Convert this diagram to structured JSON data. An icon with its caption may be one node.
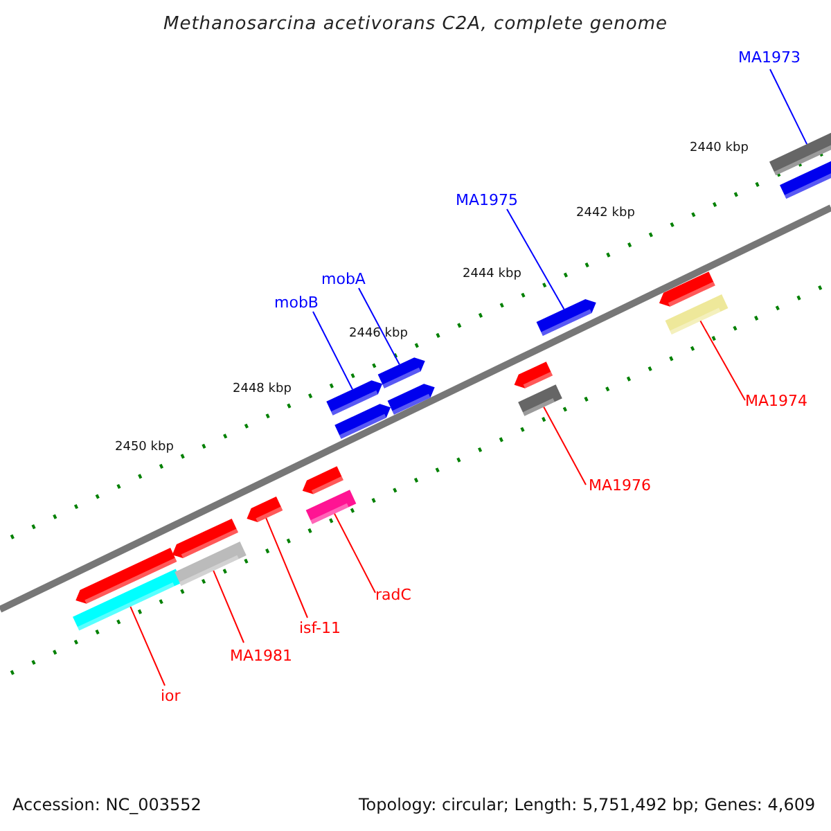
{
  "diagram": {
    "title": "Methanosarcina acetivorans C2A, complete genome",
    "nodes": [
      {
        "text": [
          "MA1973"
        ]
      },
      {
        "text": [
          "MA1975"
        ]
      },
      {
        "text": [
          "mobA"
        ]
      },
      {
        "text": [
          "mobB"
        ]
      },
      {
        "text": [
          "MA1974"
        ]
      },
      {
        "text": [
          "MA1976"
        ]
      },
      {
        "text": [
          "radC"
        ]
      },
      {
        "text": [
          "isf-11"
        ]
      },
      {
        "text": [
          "MA1981"
        ]
      },
      {
        "text": [
          "ior"
        ]
      },
      {
        "text": [],
        "shape": "bar"
      },
      {
        "text": [],
        "shape": "bar"
      },
      {
        "text": [],
        "shape": "bar"
      },
      {
        "text": [],
        "shape": "bar"
      },
      {
        "text": [],
        "shape": "bar"
      },
      {
        "text": [],
        "shape": "bar"
      },
      {
        "text": [],
        "shape": "bar"
      },
      {
        "text": [],
        "shape": "bar"
      },
      {
        "text": [],
        "shape": "bar"
      },
      {
        "text": [],
        "shape": "bar"
      },
      {
        "text": [],
        "shape": "bar"
      },
      {
        "text": [],
        "shape": "bar"
      },
      {
        "text": [],
        "shape": "bar"
      },
      {
        "text": [],
        "shape": "bar"
      },
      {
        "text": [],
        "shape": "bar"
      },
      {
        "text": [],
        "shape": "bar"
      },
      {
        "text": [],
        "shape": "bar"
      },
      {
        "text": [],
        "shape": "bar"
      }
    ],
    "edges": [
      {
        "from": 0,
        "to": 26,
        "arrow": "none",
        "color": "#0000ff"
      },
      {
        "from": 1,
        "to": 23,
        "arrow": "none",
        "color": "#0000ff"
      },
      {
        "from": 2,
        "to": 19,
        "arrow": "none",
        "color": "#0000ff"
      },
      {
        "from": 3,
        "to": 17,
        "arrow": "none",
        "color": "#0000ff"
      },
      {
        "from": 4,
        "to": 25,
        "arrow": "none"
      },
      {
        "from": 5,
        "to": 22,
        "arrow": "none"
      },
      {
        "from": 6,
        "to": 16,
        "arrow": "none"
      },
      {
        "from": 7,
        "to": 14,
        "arrow": "none"
      },
      {
        "from": 8,
        "to": 13,
        "arrow": "none"
      },
      {
        "from": 9,
        "to": 11,
        "arrow": "none"
      }
    ],
    "labels": [
      "2440 kbp",
      "2442 kbp",
      "2444 kbp",
      "2446 kbp",
      "2448 kbp",
      "2450 kbp",
      "Accession: NC_003552",
      "Topology: circular; Length: 5,751,492 bp; Genes: 4,609"
    ]
  }
}
